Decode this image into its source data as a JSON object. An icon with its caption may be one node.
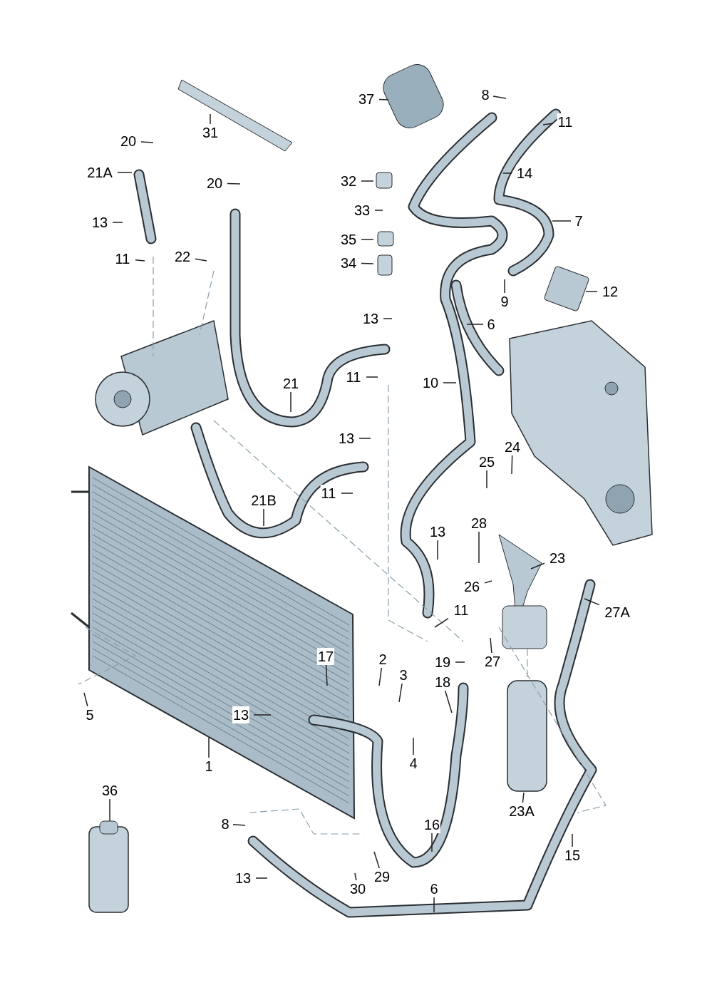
{
  "diagram": {
    "nodes": [
      {
        "text": [
          "31"
        ]
      },
      {
        "text": [
          "20"
        ]
      },
      {
        "text": [
          "21A"
        ]
      },
      {
        "text": [
          "13"
        ]
      },
      {
        "text": [
          "11"
        ]
      },
      {
        "text": [
          "22"
        ]
      },
      {
        "text": [
          "20"
        ]
      },
      {
        "text": [
          "37"
        ]
      },
      {
        "text": [
          "8"
        ]
      },
      {
        "text": [
          "11"
        ]
      },
      {
        "text": [
          "14"
        ]
      },
      {
        "text": [
          "32"
        ]
      },
      {
        "text": [
          "33"
        ]
      },
      {
        "text": [
          "35"
        ]
      },
      {
        "text": [
          "34"
        ]
      },
      {
        "text": [
          "7"
        ]
      },
      {
        "text": [
          "9"
        ]
      },
      {
        "text": [
          "12"
        ]
      },
      {
        "text": [
          "13"
        ]
      },
      {
        "text": [
          "6"
        ]
      },
      {
        "text": [
          "11"
        ]
      },
      {
        "text": [
          "21"
        ]
      },
      {
        "text": [
          "10"
        ]
      },
      {
        "text": [
          "13"
        ]
      },
      {
        "text": [
          "24"
        ]
      },
      {
        "text": [
          "25"
        ]
      },
      {
        "text": [
          "21B"
        ]
      },
      {
        "text": [
          "11"
        ]
      },
      {
        "text": [
          "28"
        ]
      },
      {
        "text": [
          "13"
        ]
      },
      {
        "text": [
          "23"
        ]
      },
      {
        "text": [
          "26"
        ]
      },
      {
        "text": [
          "11"
        ]
      },
      {
        "text": [
          "27A"
        ]
      },
      {
        "text": [
          "17"
        ]
      },
      {
        "text": [
          "2"
        ]
      },
      {
        "text": [
          "3"
        ]
      },
      {
        "text": [
          "19"
        ]
      },
      {
        "text": [
          "27"
        ]
      },
      {
        "text": [
          "18"
        ]
      },
      {
        "text": [
          "13"
        ]
      },
      {
        "text": [
          "5"
        ]
      },
      {
        "text": [
          "4"
        ]
      },
      {
        "text": [
          "1"
        ]
      },
      {
        "text": [
          "36"
        ]
      },
      {
        "text": [
          "23A"
        ]
      },
      {
        "text": [
          "8"
        ]
      },
      {
        "text": [
          "16"
        ]
      },
      {
        "text": [
          "15"
        ]
      },
      {
        "text": [
          "13"
        ]
      },
      {
        "text": [
          "30"
        ]
      },
      {
        "text": [
          "29"
        ]
      },
      {
        "text": [
          "6"
        ]
      }
    ],
    "edges": [
      {
        "from": 0,
        "to": null,
        "arrow": "none"
      },
      {
        "from": 1,
        "to": null,
        "arrow": "none"
      },
      {
        "from": 2,
        "to": null,
        "arrow": "none"
      },
      {
        "from": 3,
        "to": null,
        "arrow": "none"
      },
      {
        "from": 4,
        "to": null,
        "arrow": "none"
      },
      {
        "from": 5,
        "to": null,
        "arrow": "none"
      },
      {
        "from": 6,
        "to": null,
        "arrow": "none"
      },
      {
        "from": 7,
        "to": null,
        "arrow": "none"
      },
      {
        "from": 8,
        "to": null,
        "arrow": "none"
      },
      {
        "from": 9,
        "to": null,
        "arrow": "none"
      },
      {
        "from": 10,
        "to": null,
        "arrow": "none"
      },
      {
        "from": 11,
        "to": null,
        "arrow": "none"
      },
      {
        "from": 12,
        "to": null,
        "arrow": "none"
      },
      {
        "from": 13,
        "to": null,
        "arrow": "none"
      },
      {
        "from": 14,
        "to": null,
        "arrow": "none"
      },
      {
        "from": 15,
        "to": null,
        "arrow": "none"
      },
      {
        "from": 16,
        "to": null,
        "arrow": "none"
      },
      {
        "from": 17,
        "to": null,
        "arrow": "none"
      },
      {
        "from": 18,
        "to": null,
        "arrow": "none"
      },
      {
        "from": 19,
        "to": null,
        "arrow": "none"
      },
      {
        "from": 20,
        "to": null,
        "arrow": "none"
      },
      {
        "from": 21,
        "to": null,
        "arrow": "none"
      },
      {
        "from": 22,
        "to": null,
        "arrow": "none"
      },
      {
        "from": 23,
        "to": null,
        "arrow": "none"
      },
      {
        "from": 24,
        "to": null,
        "arrow": "none"
      },
      {
        "from": 25,
        "to": null,
        "arrow": "none"
      },
      {
        "from": 26,
        "to": null,
        "arrow": "none"
      },
      {
        "from": 27,
        "to": null,
        "arrow": "none"
      },
      {
        "from": 28,
        "to": null,
        "arrow": "none"
      },
      {
        "from": 29,
        "to": null,
        "arrow": "none"
      },
      {
        "from": 30,
        "to": null,
        "arrow": "none"
      },
      {
        "from": 31,
        "to": null,
        "arrow": "none"
      },
      {
        "from": 32,
        "to": null,
        "arrow": "none"
      },
      {
        "from": 33,
        "to": null,
        "arrow": "none"
      },
      {
        "from": 34,
        "to": null,
        "arrow": "none"
      },
      {
        "from": 35,
        "to": null,
        "arrow": "none"
      },
      {
        "from": 36,
        "to": null,
        "arrow": "none"
      },
      {
        "from": 37,
        "to": null,
        "arrow": "none"
      },
      {
        "from": 38,
        "to": null,
        "arrow": "none"
      },
      {
        "from": 39,
        "to": null,
        "arrow": "none"
      },
      {
        "from": 40,
        "to": null,
        "arrow": "none"
      },
      {
        "from": 41,
        "to": null,
        "arrow": "none"
      },
      {
        "from": 42,
        "to": null,
        "arrow": "none"
      },
      {
        "from": 43,
        "to": null,
        "arrow": "none"
      },
      {
        "from": 44,
        "to": null,
        "arrow": "none"
      },
      {
        "from": 45,
        "to": null,
        "arrow": "none"
      },
      {
        "from": 46,
        "to": null,
        "arrow": "none"
      },
      {
        "from": 47,
        "to": null,
        "arrow": "none"
      },
      {
        "from": 48,
        "to": null,
        "arrow": "none"
      },
      {
        "from": 49,
        "to": null,
        "arrow": "none"
      },
      {
        "from": 50,
        "to": null,
        "arrow": "none"
      },
      {
        "from": 51,
        "to": null,
        "arrow": "none"
      },
      {
        "from": 52,
        "to": null,
        "arrow": "none"
      }
    ]
  }
}
